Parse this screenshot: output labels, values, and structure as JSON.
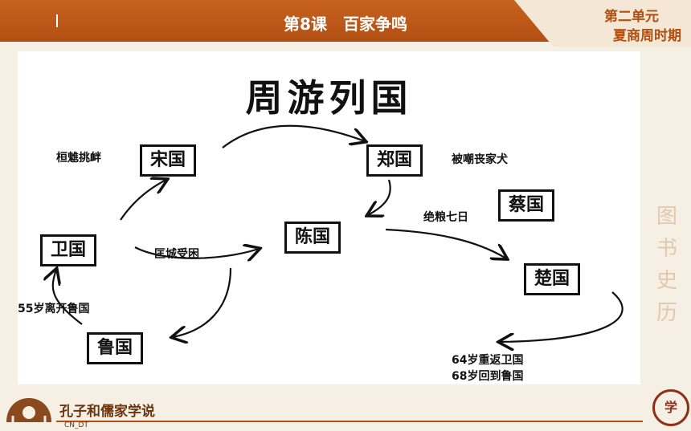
{
  "header": {
    "lesson_title": "第8课　百家争鸣",
    "unit_line1": "第二单元",
    "unit_line2": "夏商周时期"
  },
  "diagram": {
    "title": "周游列国",
    "states": {
      "song": "宋国",
      "zheng": "郑国",
      "cai": "蔡国",
      "chen": "陈国",
      "wei": "卫国",
      "chu": "楚国",
      "lu": "鲁国"
    },
    "labels": {
      "huantui": "桓魋挑衅",
      "sangjia": "被嘲丧家犬",
      "jueliang": "绝粮七日",
      "kuangcheng": "匡城受困",
      "leave_lu": "55岁离开鲁国",
      "return_wei": "64岁重返卫国",
      "return_lu": "68岁回到鲁国"
    }
  },
  "footer": {
    "label": "孔子和儒家学说",
    "sub": "CN_DT"
  },
  "decor": {
    "seal_char": "学",
    "side_chars": [
      "图",
      "书",
      "史",
      "历"
    ]
  },
  "colors": {
    "brand": "#b14f12",
    "ink": "#111111"
  }
}
